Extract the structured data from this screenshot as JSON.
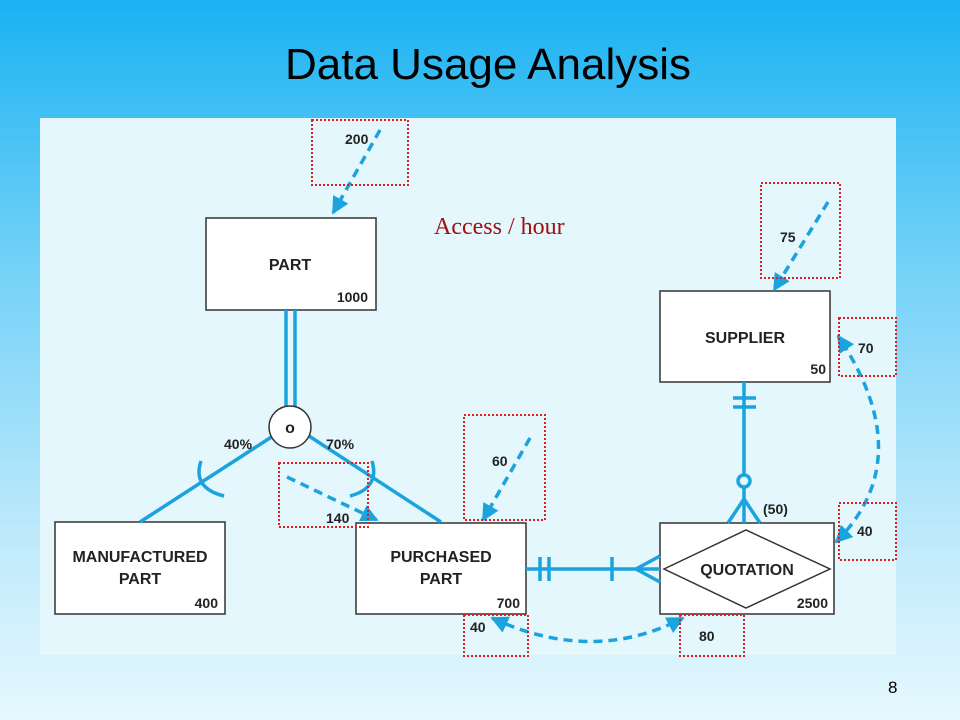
{
  "slide": {
    "title": "Data Usage Analysis",
    "page_number": "8",
    "annotation": "Access / hour"
  },
  "entities": {
    "part": {
      "name": "PART",
      "volume": "1000"
    },
    "supplier": {
      "name": "SUPPLIER",
      "volume": "50"
    },
    "manufactured_part": {
      "name_line1": "MANUFACTURED",
      "name_line2": "PART",
      "volume": "400"
    },
    "purchased_part": {
      "name_line1": "PURCHASED",
      "name_line2": "PART",
      "volume": "700"
    },
    "quotation": {
      "name": "QUOTATION",
      "volume": "2500"
    }
  },
  "subtype": {
    "symbol": "o",
    "manufactured_pct": "40%",
    "purchased_pct": "70%"
  },
  "relationship": {
    "quotation_per_supplier": "(50)"
  },
  "access_counts": {
    "part": "200",
    "supplier": "75",
    "supplier_from_quotation": "70",
    "quotation_from_supplier": "40",
    "purchased_part_direct": "60",
    "purchased_from_part": "140",
    "purchased_from_quotation": "40",
    "quotation_from_purchased": "80"
  },
  "colors": {
    "line": "#1aa3dd",
    "highlight_box": "#e02020",
    "annotation": "#a01010"
  }
}
